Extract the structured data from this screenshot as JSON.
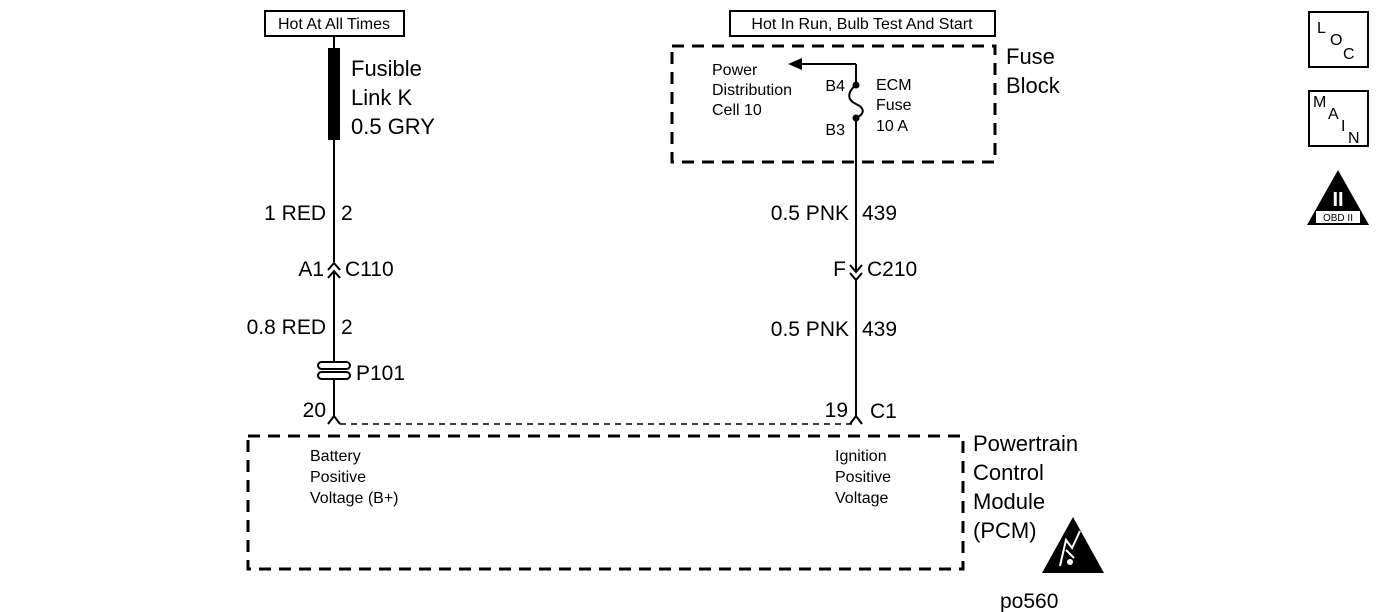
{
  "left_circuit": {
    "power_label": "Hot At All Times",
    "fusible_link": [
      "Fusible",
      "Link K",
      "0.5 GRY"
    ],
    "wire1": {
      "gauge_color": "1 RED",
      "circuit": "2"
    },
    "connector1": {
      "pin": "A1",
      "id": "C110"
    },
    "wire2": {
      "gauge_color": "0.8 RED",
      "circuit": "2"
    },
    "splice": "P101",
    "pcm_pin": "20"
  },
  "right_circuit": {
    "power_label": "Hot In Run, Bulb Test And Start",
    "fuse_block": {
      "title": [
        "Fuse",
        "Block"
      ],
      "source": [
        "Power",
        "Distribution",
        "Cell 10"
      ],
      "pin_top": "B4",
      "pin_bottom": "B3",
      "fuse": [
        "ECM",
        "Fuse",
        "10 A"
      ]
    },
    "wire1": {
      "gauge_color": "0.5 PNK",
      "circuit": "439"
    },
    "connector1": {
      "pin": "F",
      "id": "C210"
    },
    "wire2": {
      "gauge_color": "0.5 PNK",
      "circuit": "439"
    },
    "pcm_pin": "19",
    "pcm_connector": "C1"
  },
  "pcm": {
    "title": [
      "Powertrain",
      "Control",
      "Module",
      "(PCM)"
    ],
    "left_input": [
      "Battery",
      "Positive",
      "Voltage (B+)"
    ],
    "right_input": [
      "Ignition",
      "Positive",
      "Voltage"
    ]
  },
  "side_icons": {
    "loc": [
      "L",
      "O",
      "C"
    ],
    "main": [
      "M",
      "A",
      "I",
      "N"
    ],
    "obd": {
      "numeral": "II",
      "label": "OBD II"
    }
  },
  "figure_id": "po560"
}
